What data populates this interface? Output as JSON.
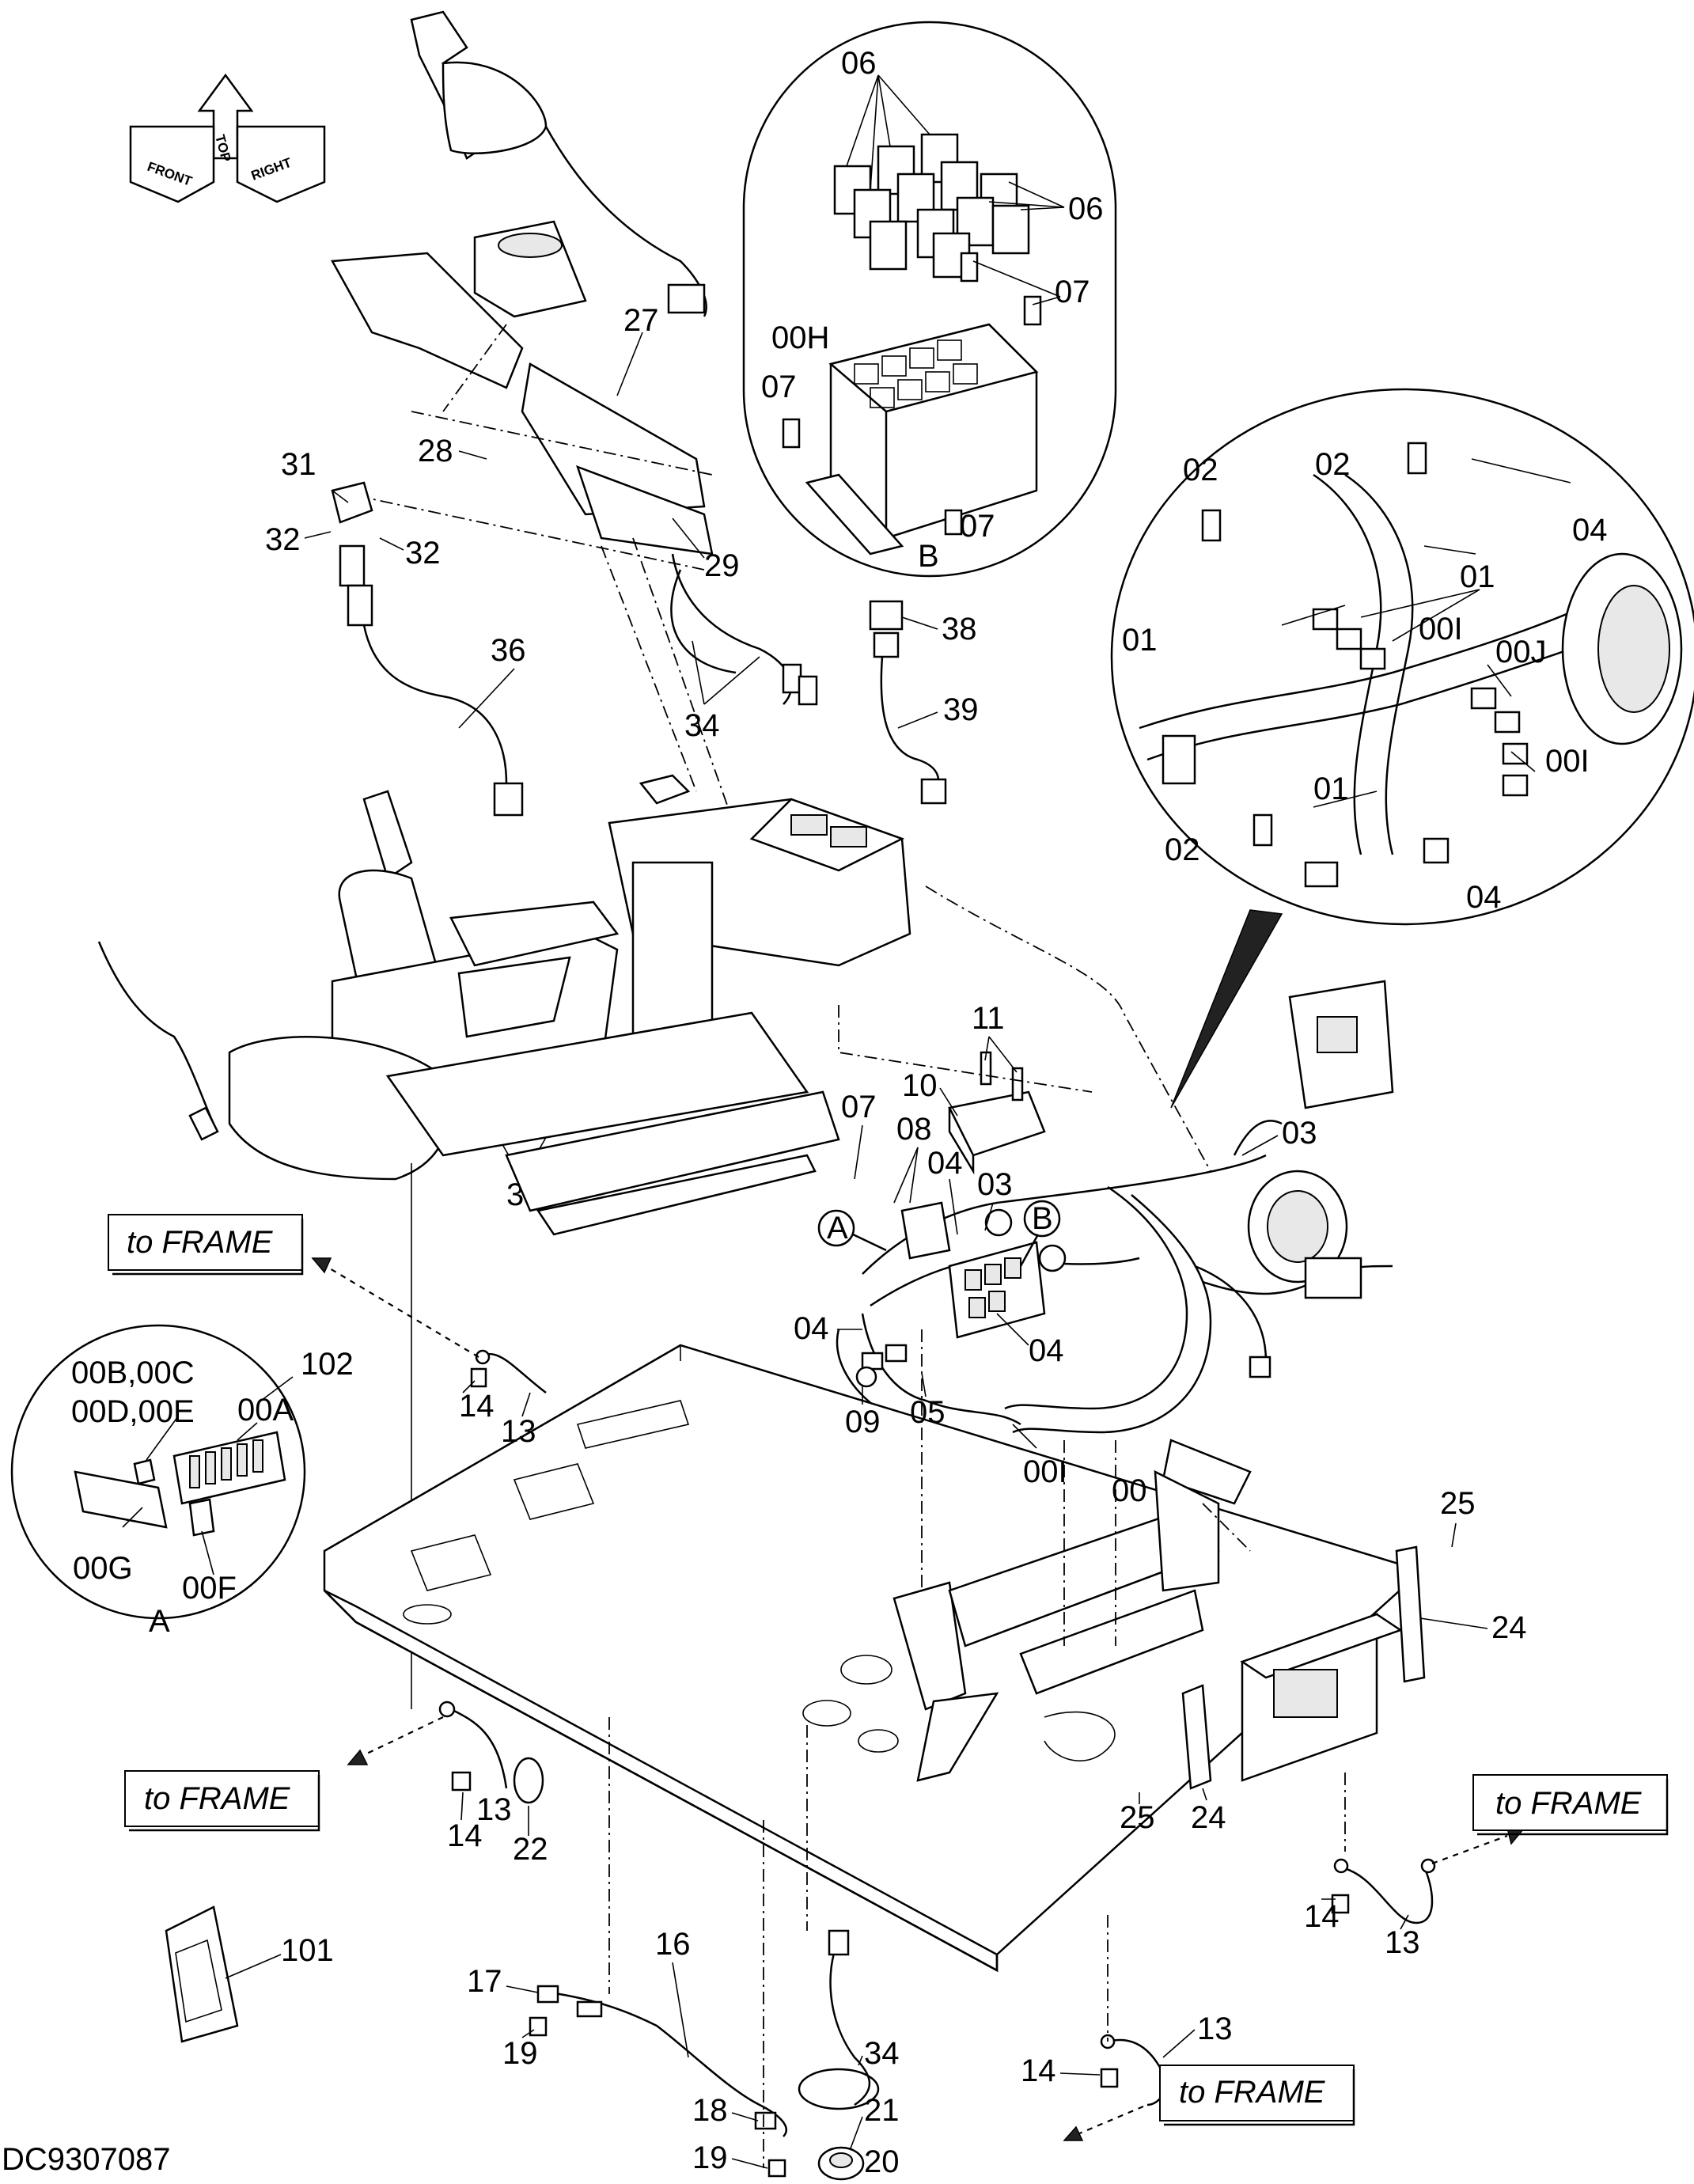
{
  "diagram_id": "DC9307087",
  "orientation": {
    "top": "TOP",
    "front": "FRONT",
    "right": "RIGHT"
  },
  "tags": {
    "frame": "to FRAME"
  },
  "detail_refs": {
    "a": "A",
    "b": "B"
  },
  "callouts": {
    "c06a": "06",
    "c06b": "06",
    "c07a": "07",
    "c07b": "07",
    "c07c": "07",
    "c00h": "00H",
    "c27": "27",
    "c28": "28",
    "c29": "29",
    "c31": "31",
    "c32a": "32",
    "c32b": "32",
    "c34a": "34",
    "c34b": "34",
    "c34c": "34",
    "c36": "36",
    "c38": "38",
    "c39": "39",
    "c02a": "02",
    "c02b": "02",
    "c02c": "02",
    "c04a": "04",
    "c04b": "04",
    "c01a": "01",
    "c01b": "01",
    "c01c": "01",
    "c00ia": "00I",
    "c00ib": "00I",
    "c00j": "00J",
    "c11": "11",
    "c10": "10",
    "c07d": "07",
    "c08": "08",
    "c04c": "04",
    "c03a": "03",
    "c03b": "03",
    "c04d": "04",
    "c04e": "04",
    "c09": "09",
    "c05": "05",
    "c00ic": "00I",
    "c00": "00",
    "c102": "102",
    "c00bc": "00B,00C",
    "c00de": "00D,00E",
    "c00a": "00A",
    "c00g": "00G",
    "c00f": "00F",
    "c14a": "14",
    "c13a": "13",
    "c14b": "14",
    "c13b": "13",
    "c22": "22",
    "c25a": "25",
    "c24a": "24",
    "c25b": "25",
    "c24b": "24",
    "c14c": "14",
    "c13c": "13",
    "c14d": "14",
    "c13d": "13",
    "c101": "101",
    "c17": "17",
    "c16": "16",
    "c19a": "19",
    "c34d": "34",
    "c18": "18",
    "c21": "21",
    "c19b": "19",
    "c20": "20"
  }
}
